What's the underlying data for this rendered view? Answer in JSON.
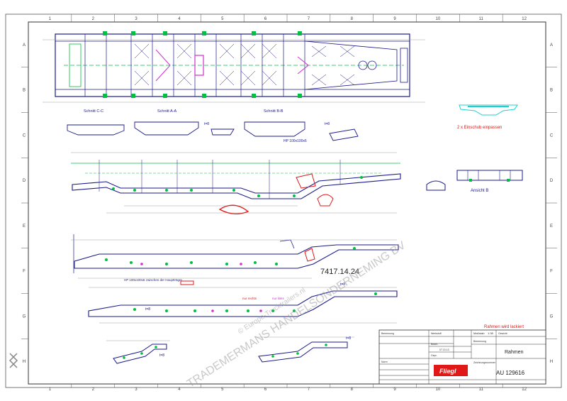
{
  "grid": {
    "columns": [
      "1",
      "2",
      "3",
      "4",
      "5",
      "6",
      "7",
      "8",
      "9",
      "10",
      "11",
      "12"
    ],
    "rows": [
      "A",
      "B",
      "C",
      "D",
      "E",
      "F",
      "G",
      "H"
    ]
  },
  "labels": {
    "schnitt_cc": "Schnitt C-C",
    "schnitt_aa": "Schnitt A-A",
    "schnitt_bb": "Schnitt B-B",
    "hp_profile": "HP 100x100x6",
    "t8": "t=8",
    "einschub": "2 x Einschub einpassen",
    "ansicht_b": "Ansicht B",
    "part_number": "7417.14.24",
    "note_hp": "HP 100x100x6 zwischen der Hauptträger",
    "rahmen_lackiert": "Rahmen wird lackiert",
    "nur_rechts": "nur rechts",
    "nur_links": "nur links",
    "watermark_1": "TRADEMERMANS HANDELSONDERNEMING BV",
    "watermark_2": "© Europe-Trucktrailers.nl"
  },
  "title_block": {
    "title": "Rahmen",
    "drawing_no": "AU 129616",
    "scale_label": "Maßstab",
    "scale_value": "1:38",
    "date": "07.10.13",
    "brand": "Fliegl",
    "field_benennung": "Benennung",
    "field_zeichnungsnr": "Zeichnungsnummer",
    "field_werkstoff": "Werkstoff",
    "field_gewicht": "Gewicht",
    "field_bearb": "Bearb.",
    "field_gepr": "Gepr.",
    "field_norm": "Norm"
  },
  "colors": {
    "frame": "#1a1a8c",
    "green": "#00c040",
    "red": "#e01818",
    "magenta": "#d030d0",
    "cyan": "#20d0d0",
    "grey": "#555555"
  }
}
